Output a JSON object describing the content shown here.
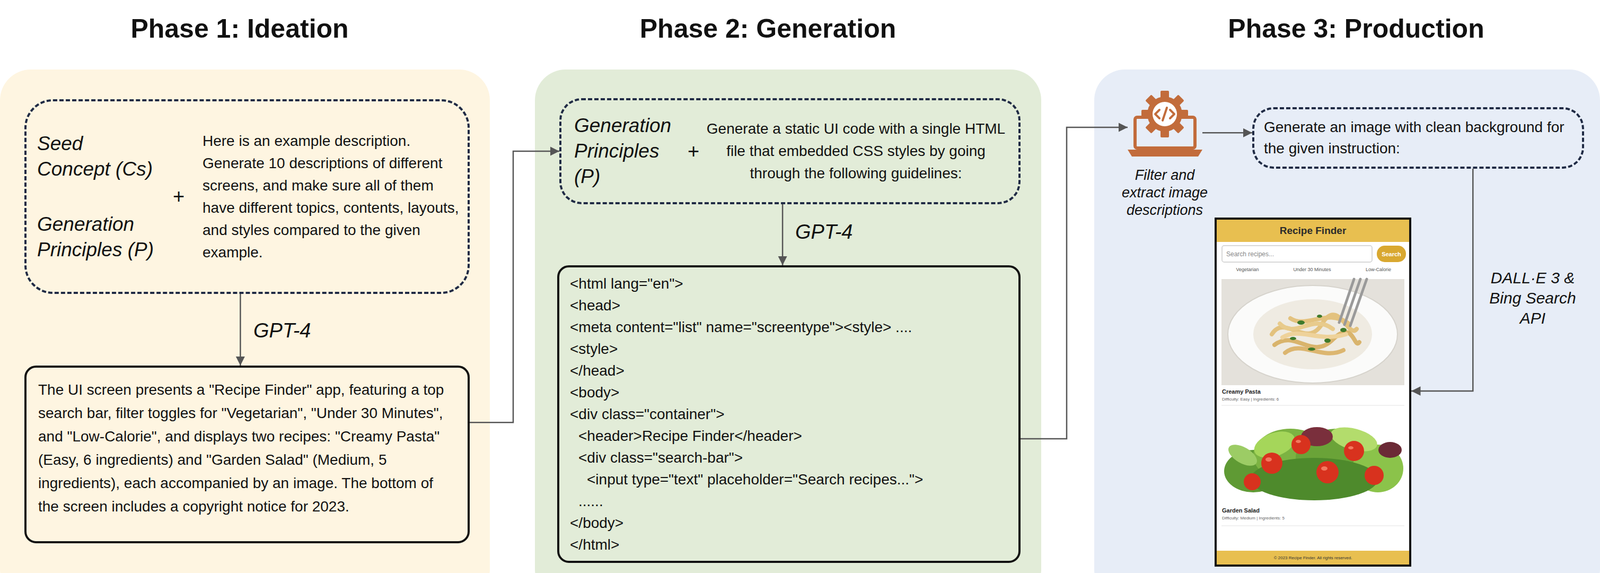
{
  "diagram": {
    "nodes": [
      {
        "text": [
          "Phase 1: Ideation"
        ]
      },
      {
        "text": [
          "Seed Concept (Cs)",
          "Generation Principles (P)",
          "+",
          "Here is an example description. Generate 10 descriptions of different screens, and make sure all of them have different topics, contents, layouts, and styles compared to the given example."
        ],
        "in": 0
      },
      {
        "text": [
          "The UI screen presents a \"Recipe Finder\" app, featuring a top search bar, filter toggles for \"Vegetarian\", \"Under 30 Minutes\", and \"Low-Calorie\", and displays two recipes: \"Creamy Pasta\" (Easy, 6 ingredients) and \"Garden Salad\" (Medium, 5 ingredients), each accompanied by an image. The bottom of the screen includes a copyright notice for 2023."
        ],
        "in": 0
      },
      {
        "text": [
          "Phase 2: Generation"
        ]
      },
      {
        "text": [
          "Generation Principles (P)",
          "+",
          "Generate a static UI code with a single HTML file that embedded CSS styles by going through the following guidelines:"
        ],
        "in": 3
      },
      {
        "text": [
          "<html lang=\"en\">",
          "<head>",
          "<meta content=\"list\" name=\"screentype\"><style> ....",
          "<style>",
          "</head>",
          "<body>",
          "<div class=\"container\">",
          "<header>Recipe Finder</header>",
          "<div class=\"search-bar\">",
          "<input type=\"text\" placeholder=\"Search recipes...\">",
          "......",
          "</body>",
          "</html>"
        ],
        "in": 3
      },
      {
        "text": [
          "Phase 3: Production"
        ]
      },
      {
        "text": [
          "Filter and extract image descriptions"
        ],
        "in": 6
      },
      {
        "text": [
          "Generate an image with clean background for the given instruction:"
        ],
        "in": 6
      },
      {
        "text": [
          "Recipe Finder",
          "Search recipes...",
          "Search",
          "Vegetarian",
          "Under 30 Minutes",
          "Low-Calorie",
          "Creamy Pasta",
          "Difficulty: Easy | Ingredients: 6",
          "Garden Salad",
          "Difficulty: Medium | Ingredients: 5",
          "© 2023 Recipe Finder. All rights reserved."
        ],
        "in": 6
      }
    ],
    "edges": [
      {
        "from": 1,
        "to": 2,
        "label": "GPT-4",
        "arrow": "to"
      },
      {
        "from": 2,
        "to": 4,
        "arrow": "to"
      },
      {
        "from": 4,
        "to": 5,
        "label": "GPT-4",
        "arrow": "to"
      },
      {
        "from": 5,
        "to": 7,
        "arrow": "to"
      },
      {
        "from": 7,
        "to": 8,
        "arrow": "to"
      },
      {
        "from": 8,
        "to": 9,
        "label": "DALL·E 3 & Bing Search API",
        "arrow": "to"
      }
    ]
  }
}
